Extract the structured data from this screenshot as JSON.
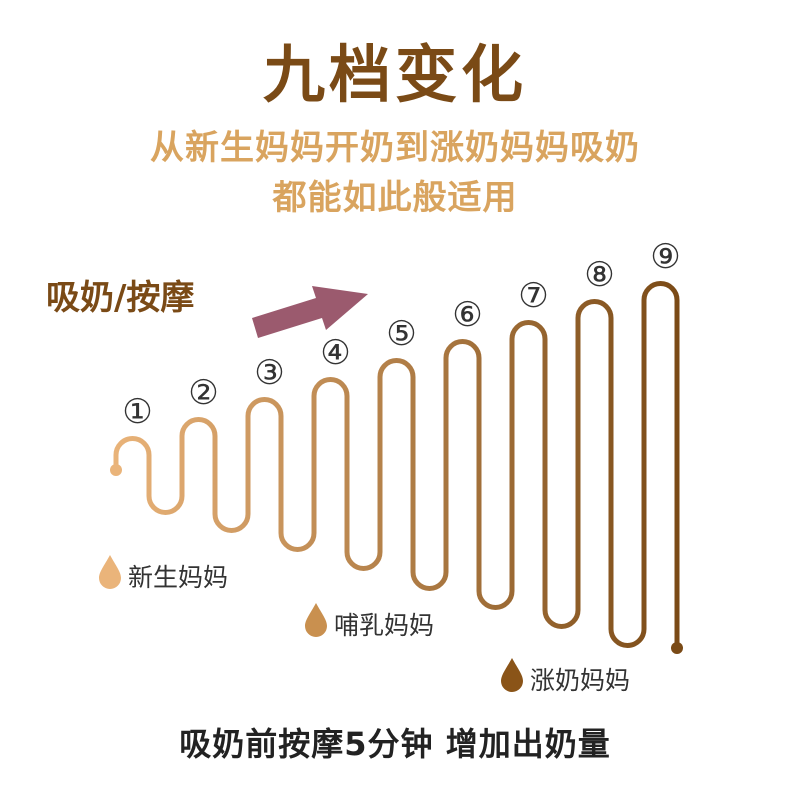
{
  "title": "九档变化",
  "subtitle_line1": "从新生妈妈开奶到涨奶妈妈吸奶",
  "subtitle_line2": "都能如此般适用",
  "mode_label": "吸奶/按摩",
  "levels": [
    "①",
    "②",
    "③",
    "④",
    "⑤",
    "⑥",
    "⑦",
    "⑧",
    "⑨"
  ],
  "legend": [
    {
      "label": "新生妈妈",
      "color": "#eab47a"
    },
    {
      "label": "哺乳妈妈",
      "color": "#c9904f"
    },
    {
      "label": "涨奶妈妈",
      "color": "#8a5418"
    }
  ],
  "footer": "吸奶前按摩5分钟 增加出奶量",
  "colors": {
    "title": "#7a4a16",
    "subtitle": "#d9a45f",
    "arrow": "#9b5a6e",
    "wave_start": "#eab47a",
    "wave_end": "#7a4a16"
  }
}
